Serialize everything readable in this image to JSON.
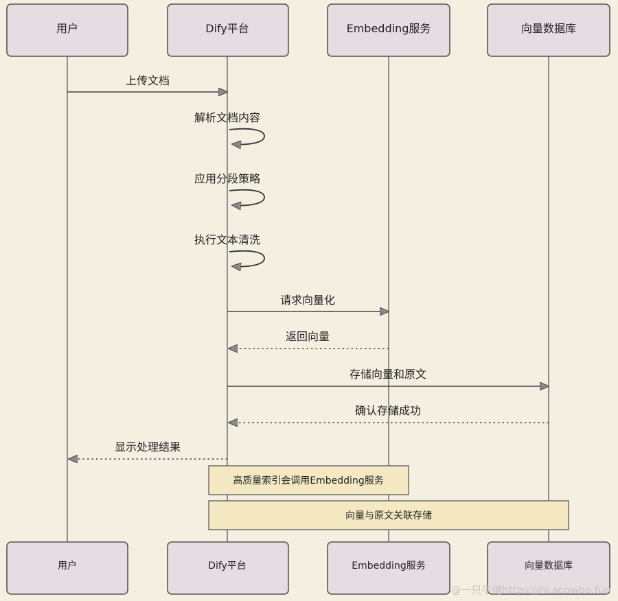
{
  "participants": [
    {
      "label": "用户"
    },
    {
      "label": "Dify平台"
    },
    {
      "label": "Embedding服务"
    },
    {
      "label": "向量数据库"
    }
  ],
  "messages": [
    {
      "label": "上传文档"
    },
    {
      "label": "解析文档内容"
    },
    {
      "label": "应用分段策略"
    },
    {
      "label": "执行文本清洗"
    },
    {
      "label": "请求向量化"
    },
    {
      "label": "返回向量"
    },
    {
      "label": "存储向量和原文"
    },
    {
      "label": "确认存储成功"
    },
    {
      "label": "显示处理结果"
    }
  ],
  "notes": [
    {
      "label": "高质量索引会调用Embedding服务"
    },
    {
      "label": "向量与原文关联存储"
    }
  ],
  "watermark": "@一只牛博https://hi.acowbo.fun"
}
